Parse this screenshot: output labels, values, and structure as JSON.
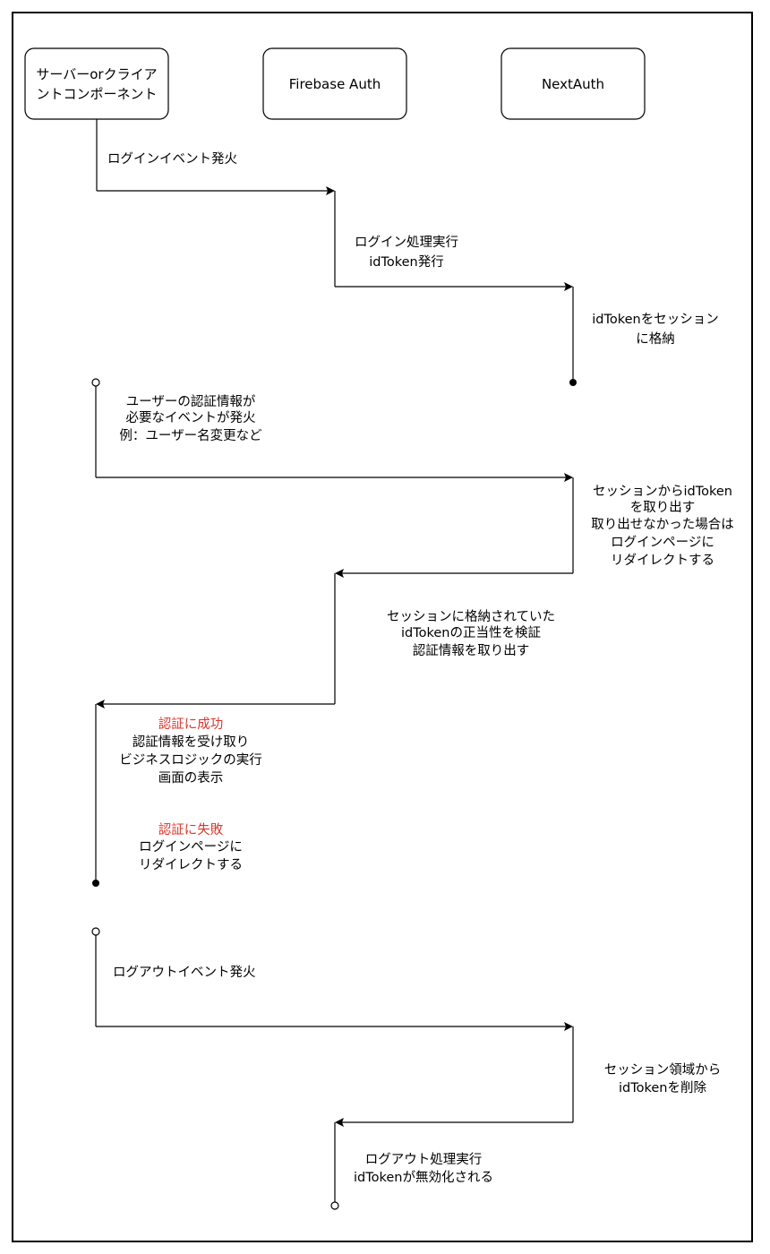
{
  "actors": {
    "client": [
      "サーバーorクライア",
      "ントコンポーネント"
    ],
    "firebase": "Firebase Auth",
    "nextauth": "NextAuth"
  },
  "messages": {
    "m1": [
      "ログインイベント発火"
    ],
    "m2": [
      "ログイン処理実行",
      "idToken発行"
    ],
    "m3": [
      "idTokenをセッション",
      "に格納"
    ],
    "m4": [
      "ユーザーの認証情報が",
      "必要なイベントが発火",
      "例：ユーザー名変更など"
    ],
    "m5": [
      "セッションからidToken",
      "を取り出す",
      "取り出せなかった場合は",
      "ログインページに",
      "リダイレクトする"
    ],
    "m6": [
      "セッションに格納されていた",
      "idTokenの正当性を検証",
      "認証情報を取り出す"
    ],
    "m7_title": "認証に成功",
    "m7": [
      "認証情報を受け取り",
      "ビジネスロジックの実行",
      "画面の表示"
    ],
    "m8_title": "認証に失敗",
    "m8": [
      "ログインページに",
      "リダイレクトする"
    ],
    "m9": [
      "ログアウトイベント発火"
    ],
    "m10": [
      "セッション領域から",
      "idTokenを削除"
    ],
    "m11": [
      "ログアウト処理実行",
      "idTokenが無効化される"
    ]
  },
  "colors": {
    "line": "#000000",
    "failure_success_title": "#e0352b",
    "background": "#ffffff"
  }
}
